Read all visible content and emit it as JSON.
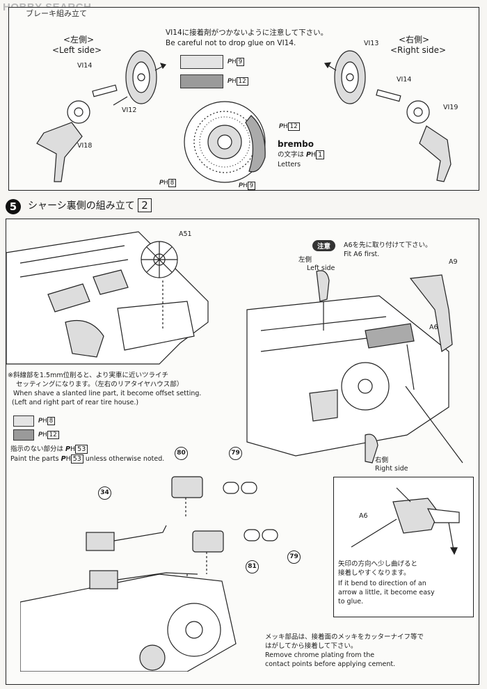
{
  "logo": "HOBBY SEARCH",
  "top_panel": {
    "heading": "ブレーキ組み立て",
    "warning_jp": "VI14に接着剤がつかないように注意して下さい。",
    "warning_en": "Be careful not to drop glue on VI14.",
    "left_side_jp": "<左側>",
    "left_side_en": "<Left side>",
    "right_side_jp": "<右側>",
    "right_side_en": "<Right side>",
    "parts": [
      "VI14",
      "VI12",
      "VI18",
      "VI13",
      "VI14",
      "VI19"
    ],
    "swatch_1": "9",
    "swatch_2": "12",
    "caliper_code": "12",
    "disc_code_1": "8",
    "disc_code_2": "9",
    "brembo": "brembo",
    "brembo_jp_pre": "の文字は",
    "brembo_code": "1",
    "brembo_en": "Letters"
  },
  "step": {
    "number": "5",
    "title": "シャーシ裏側の組み立て",
    "sub": "2"
  },
  "main_panel": {
    "a51": "A51",
    "note1_jp_1": "※斜線部を1.5mm位削ると、より実車に近いツライチ",
    "note1_jp_2": "セッティングになります。（左右のリアタイヤハウス部）",
    "note1_en_1": "When shave a slanted line part, it become offset setting.",
    "note1_en_2": "(Left and right part of rear tire house.)",
    "swatch_1": "8",
    "swatch_2": "12",
    "unless_jp_pre": "指示のない部分は",
    "unless_code": "53",
    "unless_en_pre": "Paint the parts",
    "unless_en_post": "unless otherwise noted.",
    "attention": "注意",
    "fit_jp": "A6を先に取り付けて下さい。",
    "fit_en": "Fit A6 first.",
    "left_jp": "左側",
    "left_en": "Left side",
    "right_jp": "右側",
    "right_en": "Right side",
    "a9": "A9",
    "a6": "A6",
    "a6_detail": "A6",
    "bend_jp_1": "矢印の方向へ少し曲げると",
    "bend_jp_2": "接着しやすくなります。",
    "bend_en_1": "If it bend to direction of an",
    "bend_en_2": "arrow a little, it become easy",
    "bend_en_3": "to glue.",
    "n80": "80",
    "n79a": "79",
    "n34": "34",
    "n81": "81",
    "n79b": "79",
    "chrome_jp_1": "メッキ部品は、接着面のメッキをカッターナイフ等で",
    "chrome_jp_2": "はがしてから接着して下さい。",
    "chrome_en_1": "Remove chrome plating from the",
    "chrome_en_2": "contact points before applying cement."
  },
  "colors": {
    "swatch_light": "#e4e4e4",
    "swatch_dark": "#9a9a9a"
  }
}
